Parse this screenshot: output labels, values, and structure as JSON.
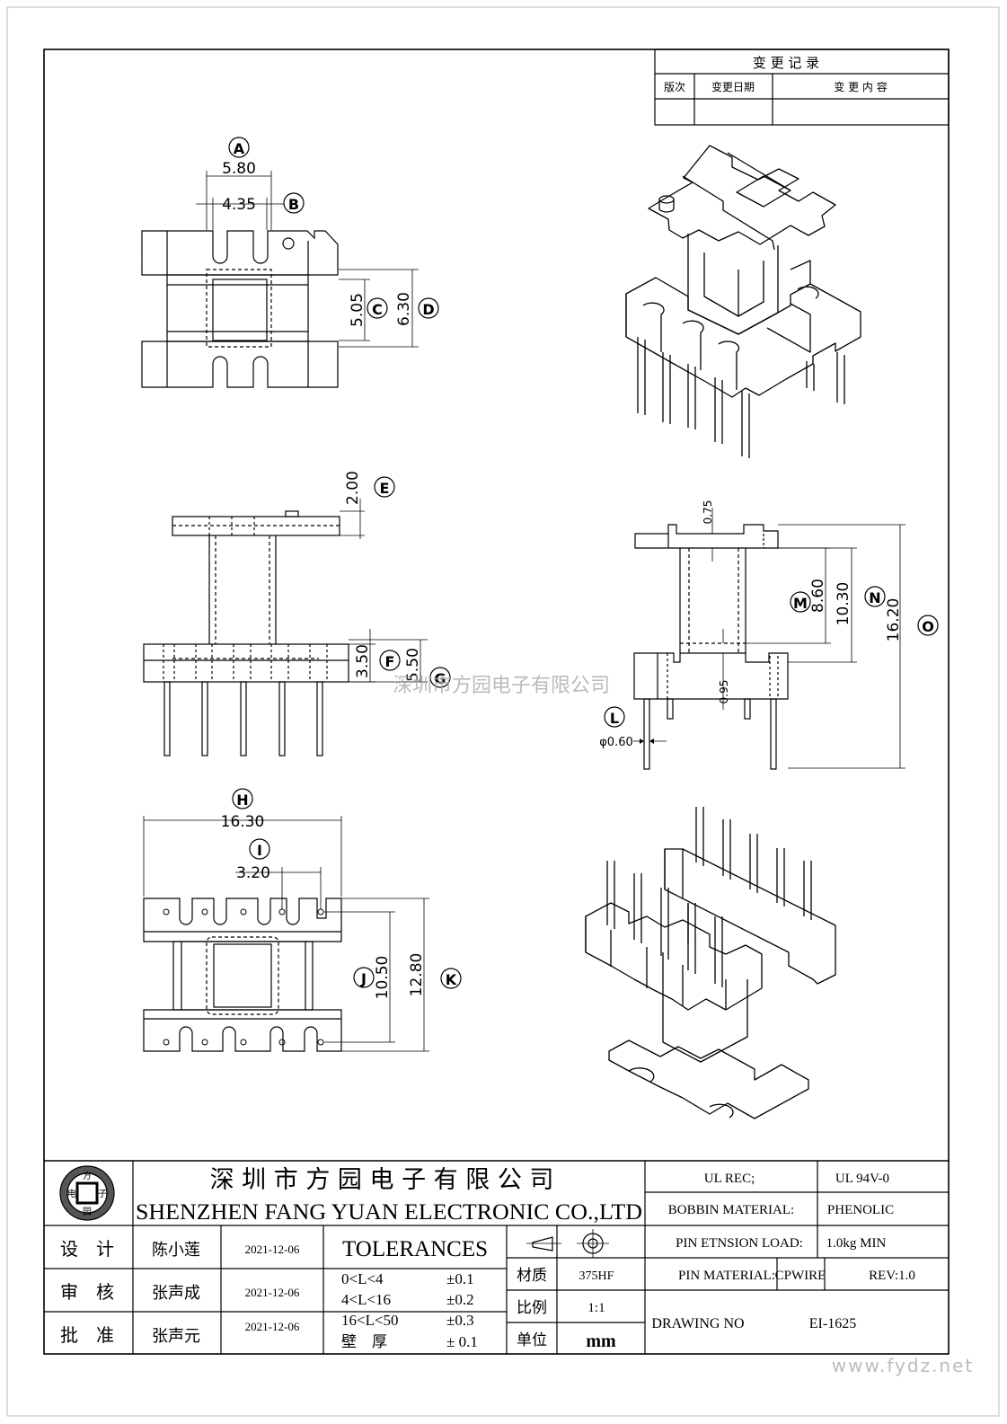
{
  "revision_table": {
    "title": "变 更 记 录",
    "col_version": "版次",
    "col_date": "变更日期",
    "col_content": "变 更 内 容"
  },
  "dimensions": {
    "A": {
      "letter": "A",
      "value": "5.80"
    },
    "B": {
      "letter": "B",
      "value": "4.35"
    },
    "C": {
      "letter": "C",
      "value": "5.05"
    },
    "D": {
      "letter": "D",
      "value": "6.30"
    },
    "E": {
      "letter": "E",
      "value": "2.00"
    },
    "F": {
      "letter": "F",
      "value": "3.50"
    },
    "G": {
      "letter": "G",
      "value": "5.50"
    },
    "H": {
      "letter": "H",
      "value": "16.30"
    },
    "I": {
      "letter": "I",
      "value": "3.20"
    },
    "J": {
      "letter": "J",
      "value": "10.50"
    },
    "K": {
      "letter": "K",
      "value": "12.80"
    },
    "L": {
      "letter": "L",
      "value": "φ0.60"
    },
    "M": {
      "letter": "M",
      "value": "8.60"
    },
    "N": {
      "letter": "N",
      "value": "10.30"
    },
    "O": {
      "letter": "O",
      "value": "16.20"
    },
    "P1": {
      "value": "0.75"
    },
    "P2": {
      "value": "0.95"
    }
  },
  "watermark": "深圳市方园电子有限公司",
  "site_watermark": "www.fydz.net",
  "logo": {
    "top": "方",
    "left": "电",
    "right": "子",
    "bottom": "园"
  },
  "title_block": {
    "company_cn": "深 圳 市 方 园 电 子 有 限 公 司",
    "company_en": "SHENZHEN FANG YUAN ELECTRONIC CO.,LTD",
    "rows": [
      {
        "role": "设　计",
        "name": "陈小莲",
        "date": "2021-12-06"
      },
      {
        "role": "审　核",
        "name": "张声成",
        "date": "2021-12-06"
      },
      {
        "role": "批　准",
        "name": "张声元",
        "date": "2021-12-06"
      }
    ],
    "tolerances_title": "TOLERANCES",
    "tolerances": [
      {
        "range": "0<L<4",
        "value": "±0.1"
      },
      {
        "range": "4<L<16",
        "value": "±0.2"
      },
      {
        "range": "16<L<50",
        "value": "±0.3"
      },
      {
        "range": "壁　厚",
        "value": "±  0.1"
      }
    ],
    "material_label": "材质",
    "material_value": "375HF",
    "scale_label": "比例",
    "scale_value": "1:1",
    "unit_label": "单位",
    "unit_value": "mm",
    "ul_rec_label": "UL REC;",
    "ul_rec_value": "UL  94V-0",
    "bobbin_label": "BOBBIN MATERIAL:",
    "bobbin_value": "PHENOLIC",
    "pin_load_label": "PIN ETNSION LOAD:",
    "pin_load_value": "1.0kg MIN",
    "pin_mat_label": "PIN MATERIAL:",
    "pin_mat_value": "CPWIRE",
    "rev": "REV:1.0",
    "drawing_label": "DRAWING NO",
    "drawing_value": "EI-1625"
  }
}
